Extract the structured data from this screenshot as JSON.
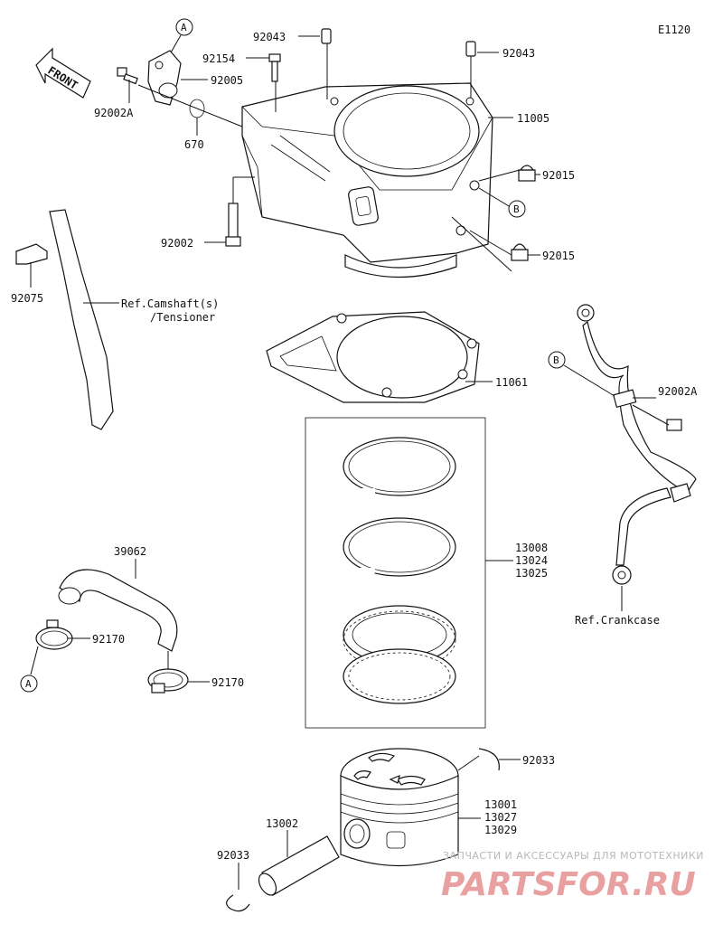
{
  "diagram": {
    "code": "E1120",
    "front_label": "FRONT",
    "callouts": {
      "a": "A",
      "b": "B"
    },
    "parts": {
      "p92043_left": "92043",
      "p92043_right": "92043",
      "p92154": "92154",
      "p92005": "92005",
      "p92002a_top": "92002A",
      "p670": "670",
      "p11005": "11005",
      "p92015_top": "92015",
      "p92015_bottom": "92015",
      "p92002": "92002",
      "p92075": "92075",
      "ref_camshaft_1": "Ref.Camshaft(s)",
      "ref_camshaft_2": "/Tensioner",
      "p11061": "11061",
      "p92002a_right": "92002A",
      "ring_1": "13008",
      "ring_2": "13024",
      "ring_3": "13025",
      "ref_crankcase": "Ref.Crankcase",
      "p39062": "39062",
      "p92170_left": "92170",
      "p92170_right": "92170",
      "p92033_top": "92033",
      "piston_1": "13001",
      "piston_2": "13027",
      "piston_3": "13029",
      "p13002": "13002",
      "p92033_bottom": "92033"
    }
  },
  "watermark": {
    "line1": "ЗАПЧАСТИ И АКСЕССУАРЫ ДЛЯ МОТОТЕХНИКИ",
    "line2": "PARTSFOR.RU"
  }
}
